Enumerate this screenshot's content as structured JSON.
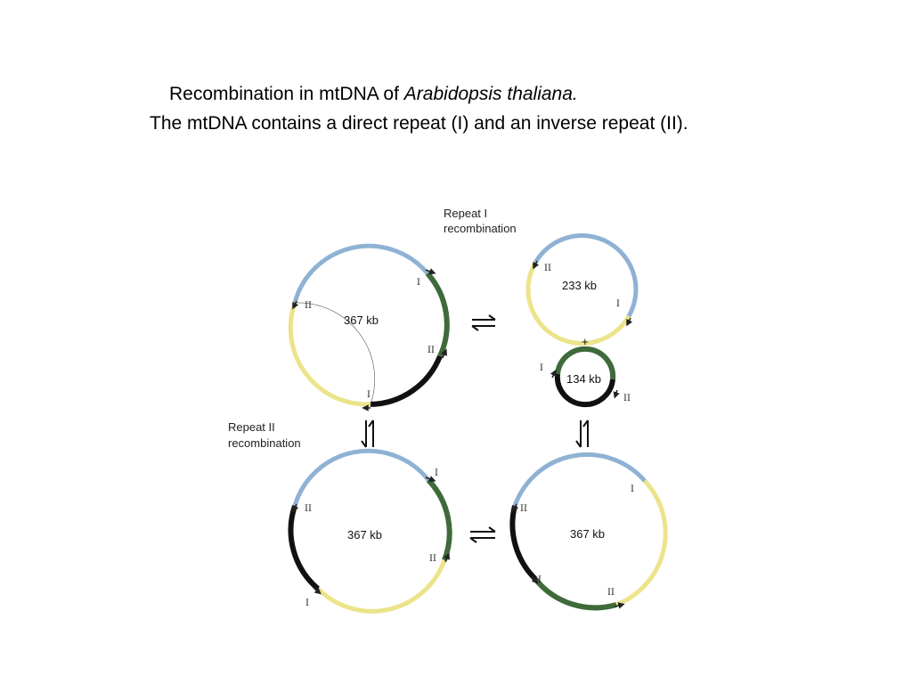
{
  "title": {
    "line1_prefix": "Recombination in mtDNA of ",
    "line1_species": "Arabidopsis thaliana.",
    "line2": "The mtDNA contains a direct repeat (I) and an inverse repeat (II)."
  },
  "labels": {
    "repeat_one": [
      "Repeat I",
      "recombination"
    ],
    "repeat_two": [
      "Repeat II",
      "recombination"
    ],
    "plus": "+"
  },
  "circles": {
    "top_left": {
      "size": "367 kb",
      "markers": [
        "I",
        "II",
        "I",
        "II"
      ]
    },
    "top_right": {
      "size": "233 kb",
      "markers": [
        "II",
        "I"
      ]
    },
    "small": {
      "size": "134 kb",
      "markers": [
        "I",
        "II"
      ]
    },
    "bottom_left": {
      "size": "367 kb",
      "markers": [
        "I",
        "II",
        "II",
        "I"
      ]
    },
    "bottom_right": {
      "size": "367 kb",
      "markers": [
        "I",
        "II",
        "I",
        "II"
      ]
    }
  },
  "colors": {
    "blue": "#8fb2d4",
    "green": "#3f6a3a",
    "black": "#111111",
    "yellow": "#ece48a"
  }
}
